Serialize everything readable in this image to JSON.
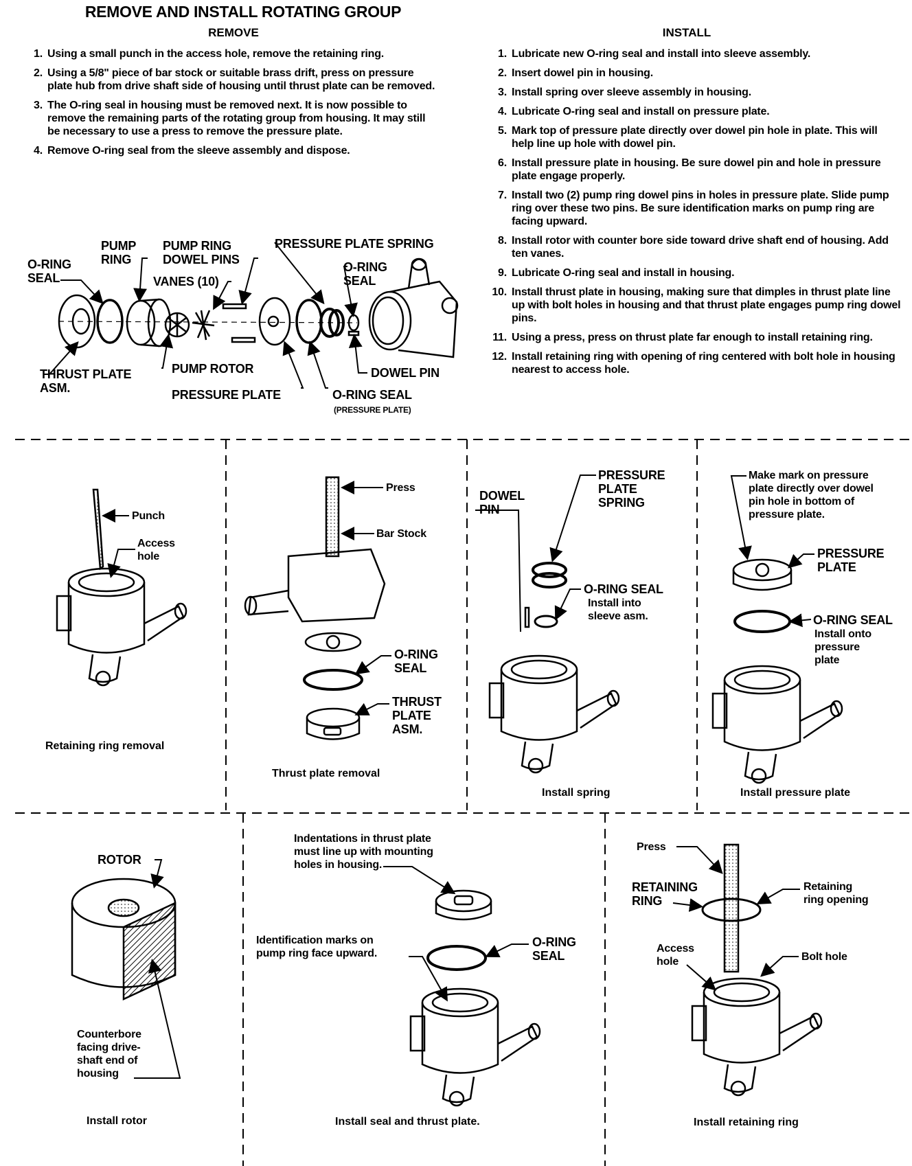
{
  "title": "REMOVE AND INSTALL ROTATING GROUP",
  "remove": {
    "heading": "REMOVE",
    "steps": [
      {
        "n": "1.",
        "text": "Using a small punch in the access hole, remove the retaining ring."
      },
      {
        "n": "2.",
        "text": "Using a 5/8\" piece of bar stock or suitable brass drift, press on pressure plate hub from drive shaft side of housing until thrust plate can be removed."
      },
      {
        "n": "3.",
        "text": "The O-ring seal in housing must be removed next. It is now possible to remove the remaining parts of the rotating group from housing. It may still be necessary to use a press to remove the pressure plate."
      },
      {
        "n": "4.",
        "text": "Remove O-ring seal from the sleeve assembly and dispose."
      }
    ]
  },
  "install": {
    "heading": "INSTALL",
    "steps": [
      {
        "n": "1.",
        "text": "Lubricate new O-ring seal and install into sleeve assembly."
      },
      {
        "n": "2.",
        "text": "Insert dowel pin in housing."
      },
      {
        "n": "3.",
        "text": "Install spring over sleeve assembly in housing."
      },
      {
        "n": "4.",
        "text": "Lubricate O-ring seal and install on pressure plate."
      },
      {
        "n": "5.",
        "text": "Mark top of pressure plate directly over dowel pin hole in plate. This will help line up hole with dowel pin."
      },
      {
        "n": "6.",
        "text": "Install pressure plate in housing. Be sure dowel pin and hole in pressure plate engage properly."
      },
      {
        "n": "7.",
        "text": "Install two (2) pump ring dowel pins in holes in pressure plate. Slide pump ring over these two pins. Be sure identification marks on pump ring are facing upward."
      },
      {
        "n": "8.",
        "text": "Install rotor with counter bore side toward drive shaft end of housing. Add ten vanes."
      },
      {
        "n": "9.",
        "text": "Lubricate O-ring seal and install in housing."
      },
      {
        "n": "10.",
        "text": "Install thrust plate in housing, making sure that dimples in thrust plate line up with bolt holes in housing and that thrust plate engages pump ring dowel pins."
      },
      {
        "n": "11.",
        "text": "Using a press, press on thrust plate far enough to install retaining ring."
      },
      {
        "n": "12.",
        "text": "Install retaining ring with opening of ring centered with bolt hole in housing nearest to access hole."
      }
    ]
  },
  "exploded": {
    "o_ring_seal_left": "O-RING\nSEAL",
    "pump_ring": "PUMP\nRING",
    "pump_ring_dowel_pins": "PUMP RING\nDOWEL PINS",
    "vanes": "VANES (10)",
    "pressure_plate_spring": "PRESSURE PLATE SPRING",
    "o_ring_seal_right": "O-RING\nSEAL",
    "thrust_plate_asm": "THRUST PLATE\nASM.",
    "pump_rotor": "PUMP ROTOR",
    "pressure_plate": "PRESSURE PLATE",
    "dowel_pin": "DOWEL PIN",
    "o_ring_seal_pp": "O-RING SEAL",
    "o_ring_seal_pp_note": "(PRESSURE PLATE)"
  },
  "panels": {
    "retaining_ring_removal": {
      "punch": "Punch",
      "access_hole": "Access\nhole",
      "caption": "Retaining ring removal"
    },
    "thrust_plate_removal": {
      "press": "Press",
      "bar_stock": "Bar Stock",
      "o_ring_seal": "O-RING\nSEAL",
      "thrust_plate": "THRUST\nPLATE\nASM.",
      "caption": "Thrust plate removal"
    },
    "install_spring": {
      "dowel_pin": "DOWEL\nPIN",
      "spring": "PRESSURE\nPLATE\nSPRING",
      "o_ring_seal": "O-RING SEAL",
      "o_ring_note": "Install into\nsleeve asm.",
      "caption": "Install spring"
    },
    "install_pressure_plate": {
      "mark_note": "Make mark on pressure\nplate directly over dowel\npin hole in bottom of\npressure plate.",
      "pressure_plate": "PRESSURE\nPLATE",
      "o_ring_seal": "O-RING SEAL",
      "o_ring_note": "Install onto\npressure\nplate",
      "caption": "Install pressure plate"
    },
    "install_rotor": {
      "rotor": "ROTOR",
      "counterbore": "Counterbore\nfacing drive-\nshaft end of\nhousing",
      "caption": "Install rotor"
    },
    "install_seal_thrust": {
      "indentations": "Indentations in thrust plate\nmust line up with mounting\nholes in housing.",
      "identification": "Identification marks on\npump ring face upward.",
      "o_ring_seal": "O-RING\nSEAL",
      "caption": "Install seal and thrust plate."
    },
    "install_retaining_ring": {
      "press": "Press",
      "retaining_ring": "RETAINING\nRING",
      "ring_opening": "Retaining\nring opening",
      "access_hole": "Access\nhole",
      "bolt_hole": "Bolt hole",
      "caption": "Install retaining ring"
    }
  }
}
